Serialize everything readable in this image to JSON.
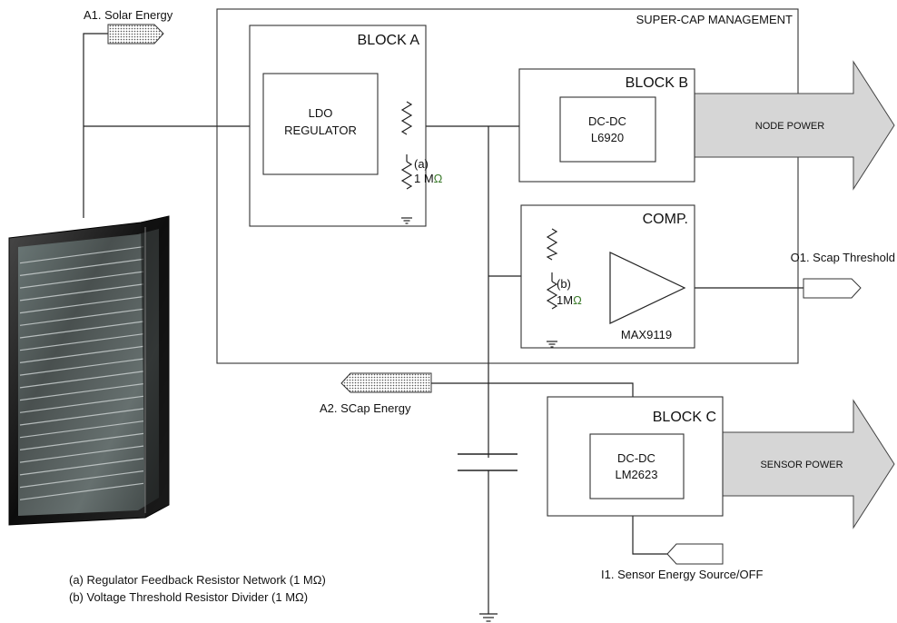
{
  "labels": {
    "a1": "A1. Solar Energy",
    "supercap": "SUPER-CAP MANAGEMENT",
    "block_a": "BLOCK A",
    "ldo_line1": "LDO",
    "ldo_line2": "REGULATOR",
    "res_a_tag": "(a)",
    "res_a_value": "1 M",
    "omega": "Ω",
    "block_b": "BLOCK B",
    "dcdc_b_line1": "DC-DC",
    "dcdc_b_line2": "L6920",
    "node_power": "NODE POWER",
    "comp": "COMP.",
    "res_b_tag": "(b)",
    "res_b_value": "1M",
    "max9119": "MAX9119",
    "o1": "O1. Scap Threshold",
    "a2": "A2. SCap Energy",
    "block_c": "BLOCK C",
    "dcdc_c_line1": "DC-DC",
    "dcdc_c_line2": "LM2623",
    "sensor_power": "SENSOR POWER",
    "i1": "I1. Sensor Energy Source/OFF",
    "note_a": "(a) Regulator Feedback Resistor Network (1 MΩ)",
    "note_b": "(b) Voltage Threshold Resistor Divider (1 MΩ)"
  },
  "colors": {
    "arrow_fill": "#d6d6d6",
    "dotted_pattern": "#555555",
    "panel_dark": "#1b1b1b",
    "cell_tone": "#5a6a68"
  },
  "icons": {
    "solar_panel": "solar-panel-image",
    "ground": "ground-symbol-icon",
    "resistor": "resistor-symbol-icon",
    "capacitor": "capacitor-symbol-icon",
    "comparator": "comparator-triangle-icon"
  }
}
